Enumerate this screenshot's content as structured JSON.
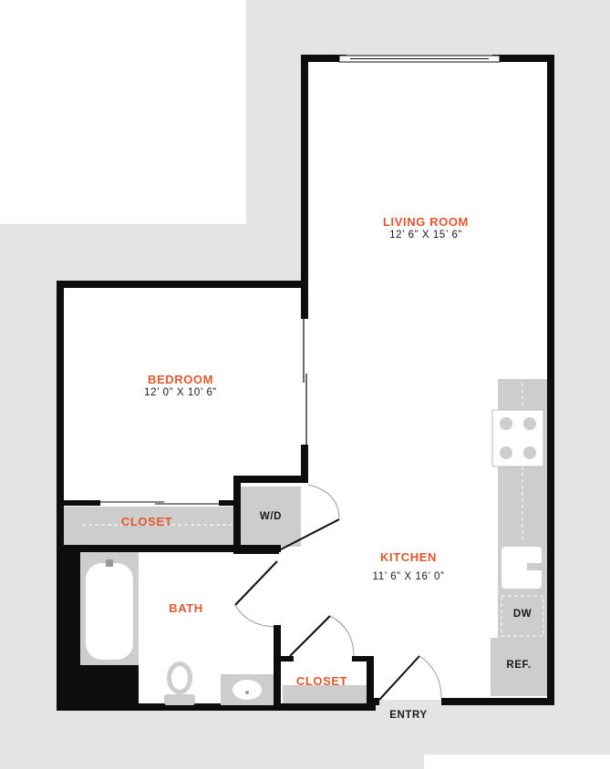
{
  "colors": {
    "background_site": "#e4e4e4",
    "wall": "#0d0d0d",
    "floor": "#ffffff",
    "counter": "#cdcdcd",
    "room_label": "#e4572e",
    "text": "#1a1a1a",
    "door_swing": "#8a8a8a"
  },
  "rooms": {
    "living_room": {
      "name": "LIVING ROOM",
      "dims": "12’ 6” X 15’ 6”"
    },
    "bedroom": {
      "name": "BEDROOM",
      "dims": "12’ 0” X 10’ 6”"
    },
    "kitchen": {
      "name": "KITCHEN",
      "dims": "11’ 6” X 16’ 0”"
    },
    "bath": {
      "name": "BATH"
    },
    "bedroom_closet": {
      "name": "CLOSET"
    },
    "entry_closet": {
      "name": "CLOSET"
    }
  },
  "fixtures": {
    "washer_dryer": "W/D",
    "dishwasher": "DW",
    "refrigerator": "REF."
  },
  "labels": {
    "entry": "ENTRY"
  },
  "icons": [
    "stove-icon",
    "sink-icon",
    "bathtub-icon",
    "toilet-icon",
    "vanity-sink-icon"
  ]
}
